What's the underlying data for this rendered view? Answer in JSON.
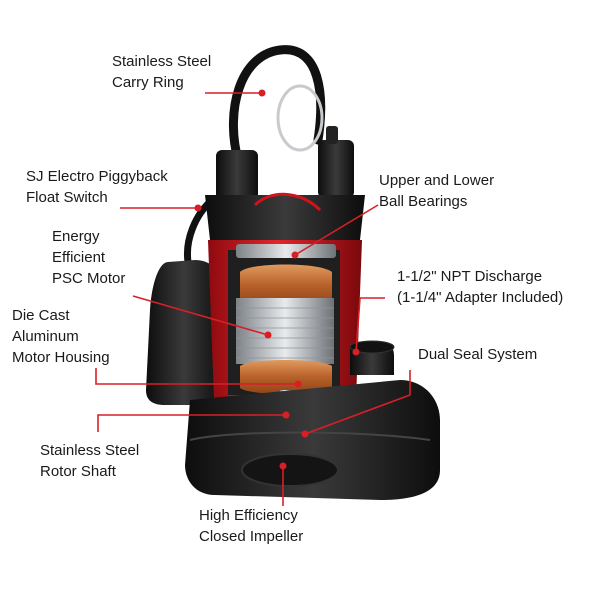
{
  "colors": {
    "background": "#ffffff",
    "leader_red": "#d91f26",
    "pump_black": "#1e1e1e",
    "housing_red": "#d0141b",
    "copper": "#c8733a",
    "steel": "#b9bcbf"
  },
  "labels": {
    "carry_ring": {
      "line1": "Stainless Steel",
      "line2": "Carry Ring"
    },
    "float_switch": {
      "line1": "SJ Electro Piggyback",
      "line2": "Float Switch"
    },
    "psc_motor": {
      "line1": "Energy",
      "line2": "Efficient",
      "line3": "PSC Motor"
    },
    "motor_housing": {
      "line1": "Die Cast",
      "line2": "Aluminum",
      "line3": "Motor Housing"
    },
    "rotor_shaft": {
      "line1": "Stainless Steel",
      "line2": "Rotor Shaft"
    },
    "impeller": {
      "line1": "High Efficiency",
      "line2": "Closed Impeller"
    },
    "bearings": {
      "line1": "Upper and Lower",
      "line2": "Ball Bearings"
    },
    "discharge": {
      "line1": "1-1/2\" NPT Discharge",
      "line2": "(1-1/4\" Adapter Included)"
    },
    "seal": {
      "line1": "Dual Seal System"
    }
  }
}
